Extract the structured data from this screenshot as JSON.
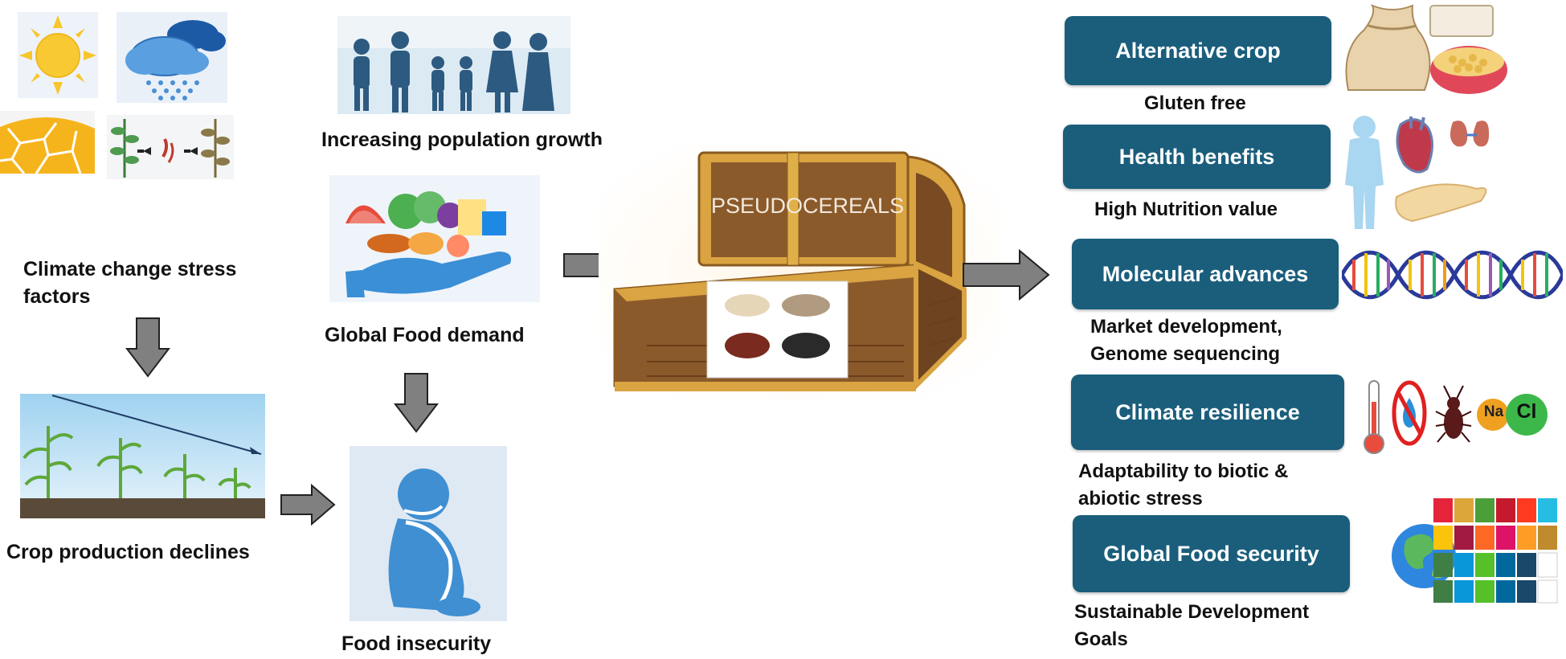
{
  "left": {
    "climate_caption": "Climate change stress\nfactors",
    "crop_caption": "Crop production declines"
  },
  "middle": {
    "population_caption": "Increasing population growth",
    "demand_caption": "Global Food demand",
    "insecurity_caption": "Food insecurity"
  },
  "center": {
    "chest_label": "PSEUDOCEREALS"
  },
  "right": {
    "items": [
      {
        "label": "Alternative crop",
        "sub": "Gluten free"
      },
      {
        "label": "Health benefits",
        "sub": "High Nutrition value"
      },
      {
        "label": "Molecular advances",
        "sub": "Market development,\nGenome sequencing"
      },
      {
        "label": "Climate resilience",
        "sub": "Adaptability to biotic &\nabiotic stress"
      },
      {
        "label": "Global Food security",
        "sub": "Sustainable Development\nGoals"
      }
    ],
    "salt_na": "Na",
    "salt_cl": "Cl"
  },
  "colors": {
    "teal_box": "#1a5e7c",
    "arrow_gray": "#808080",
    "chest_wood": "#8b5a2b",
    "chest_gold": "#d9a441"
  }
}
